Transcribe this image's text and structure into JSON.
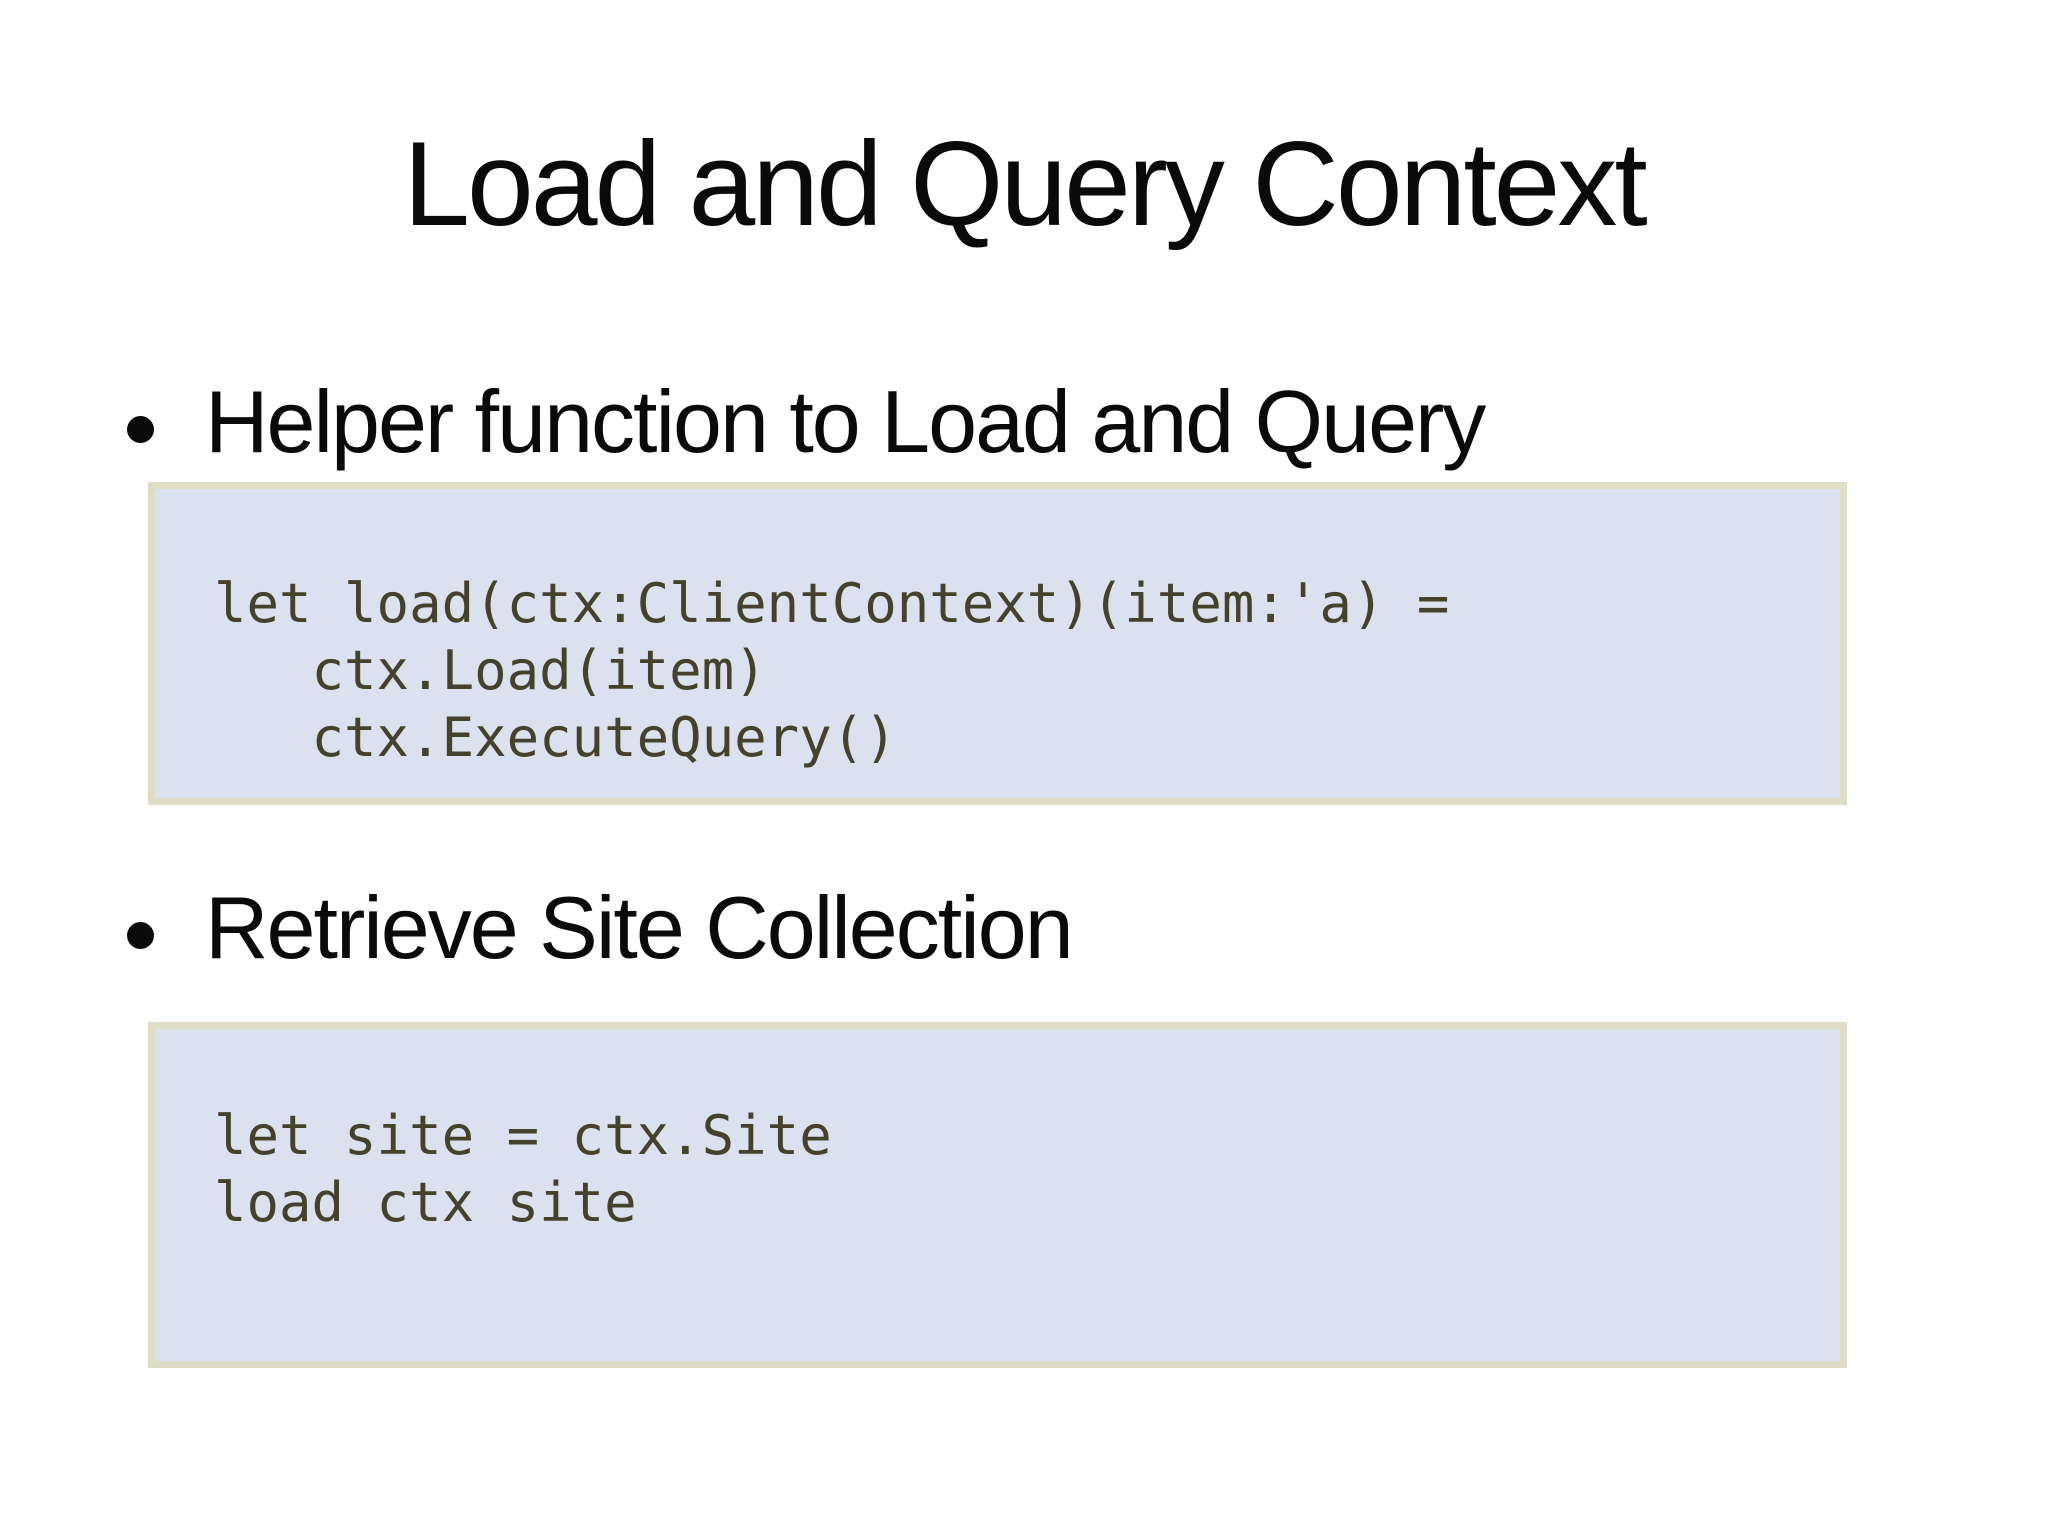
{
  "slide": {
    "title": "Load and Query Context",
    "bullets": [
      {
        "label": "Helper function to Load and Query",
        "code": "let load(ctx:ClientContext)(item:'a) =\n   ctx.Load(item)\n   ctx.ExecuteQuery()"
      },
      {
        "label": "Retrieve Site Collection",
        "code": "let site = ctx.Site\nload ctx site"
      }
    ],
    "colors": {
      "background": "#ffffff",
      "text": "#0a0a0a",
      "code_background": "#dbe1ef",
      "code_border": "#e0ddc6",
      "code_text": "#45422c"
    }
  }
}
